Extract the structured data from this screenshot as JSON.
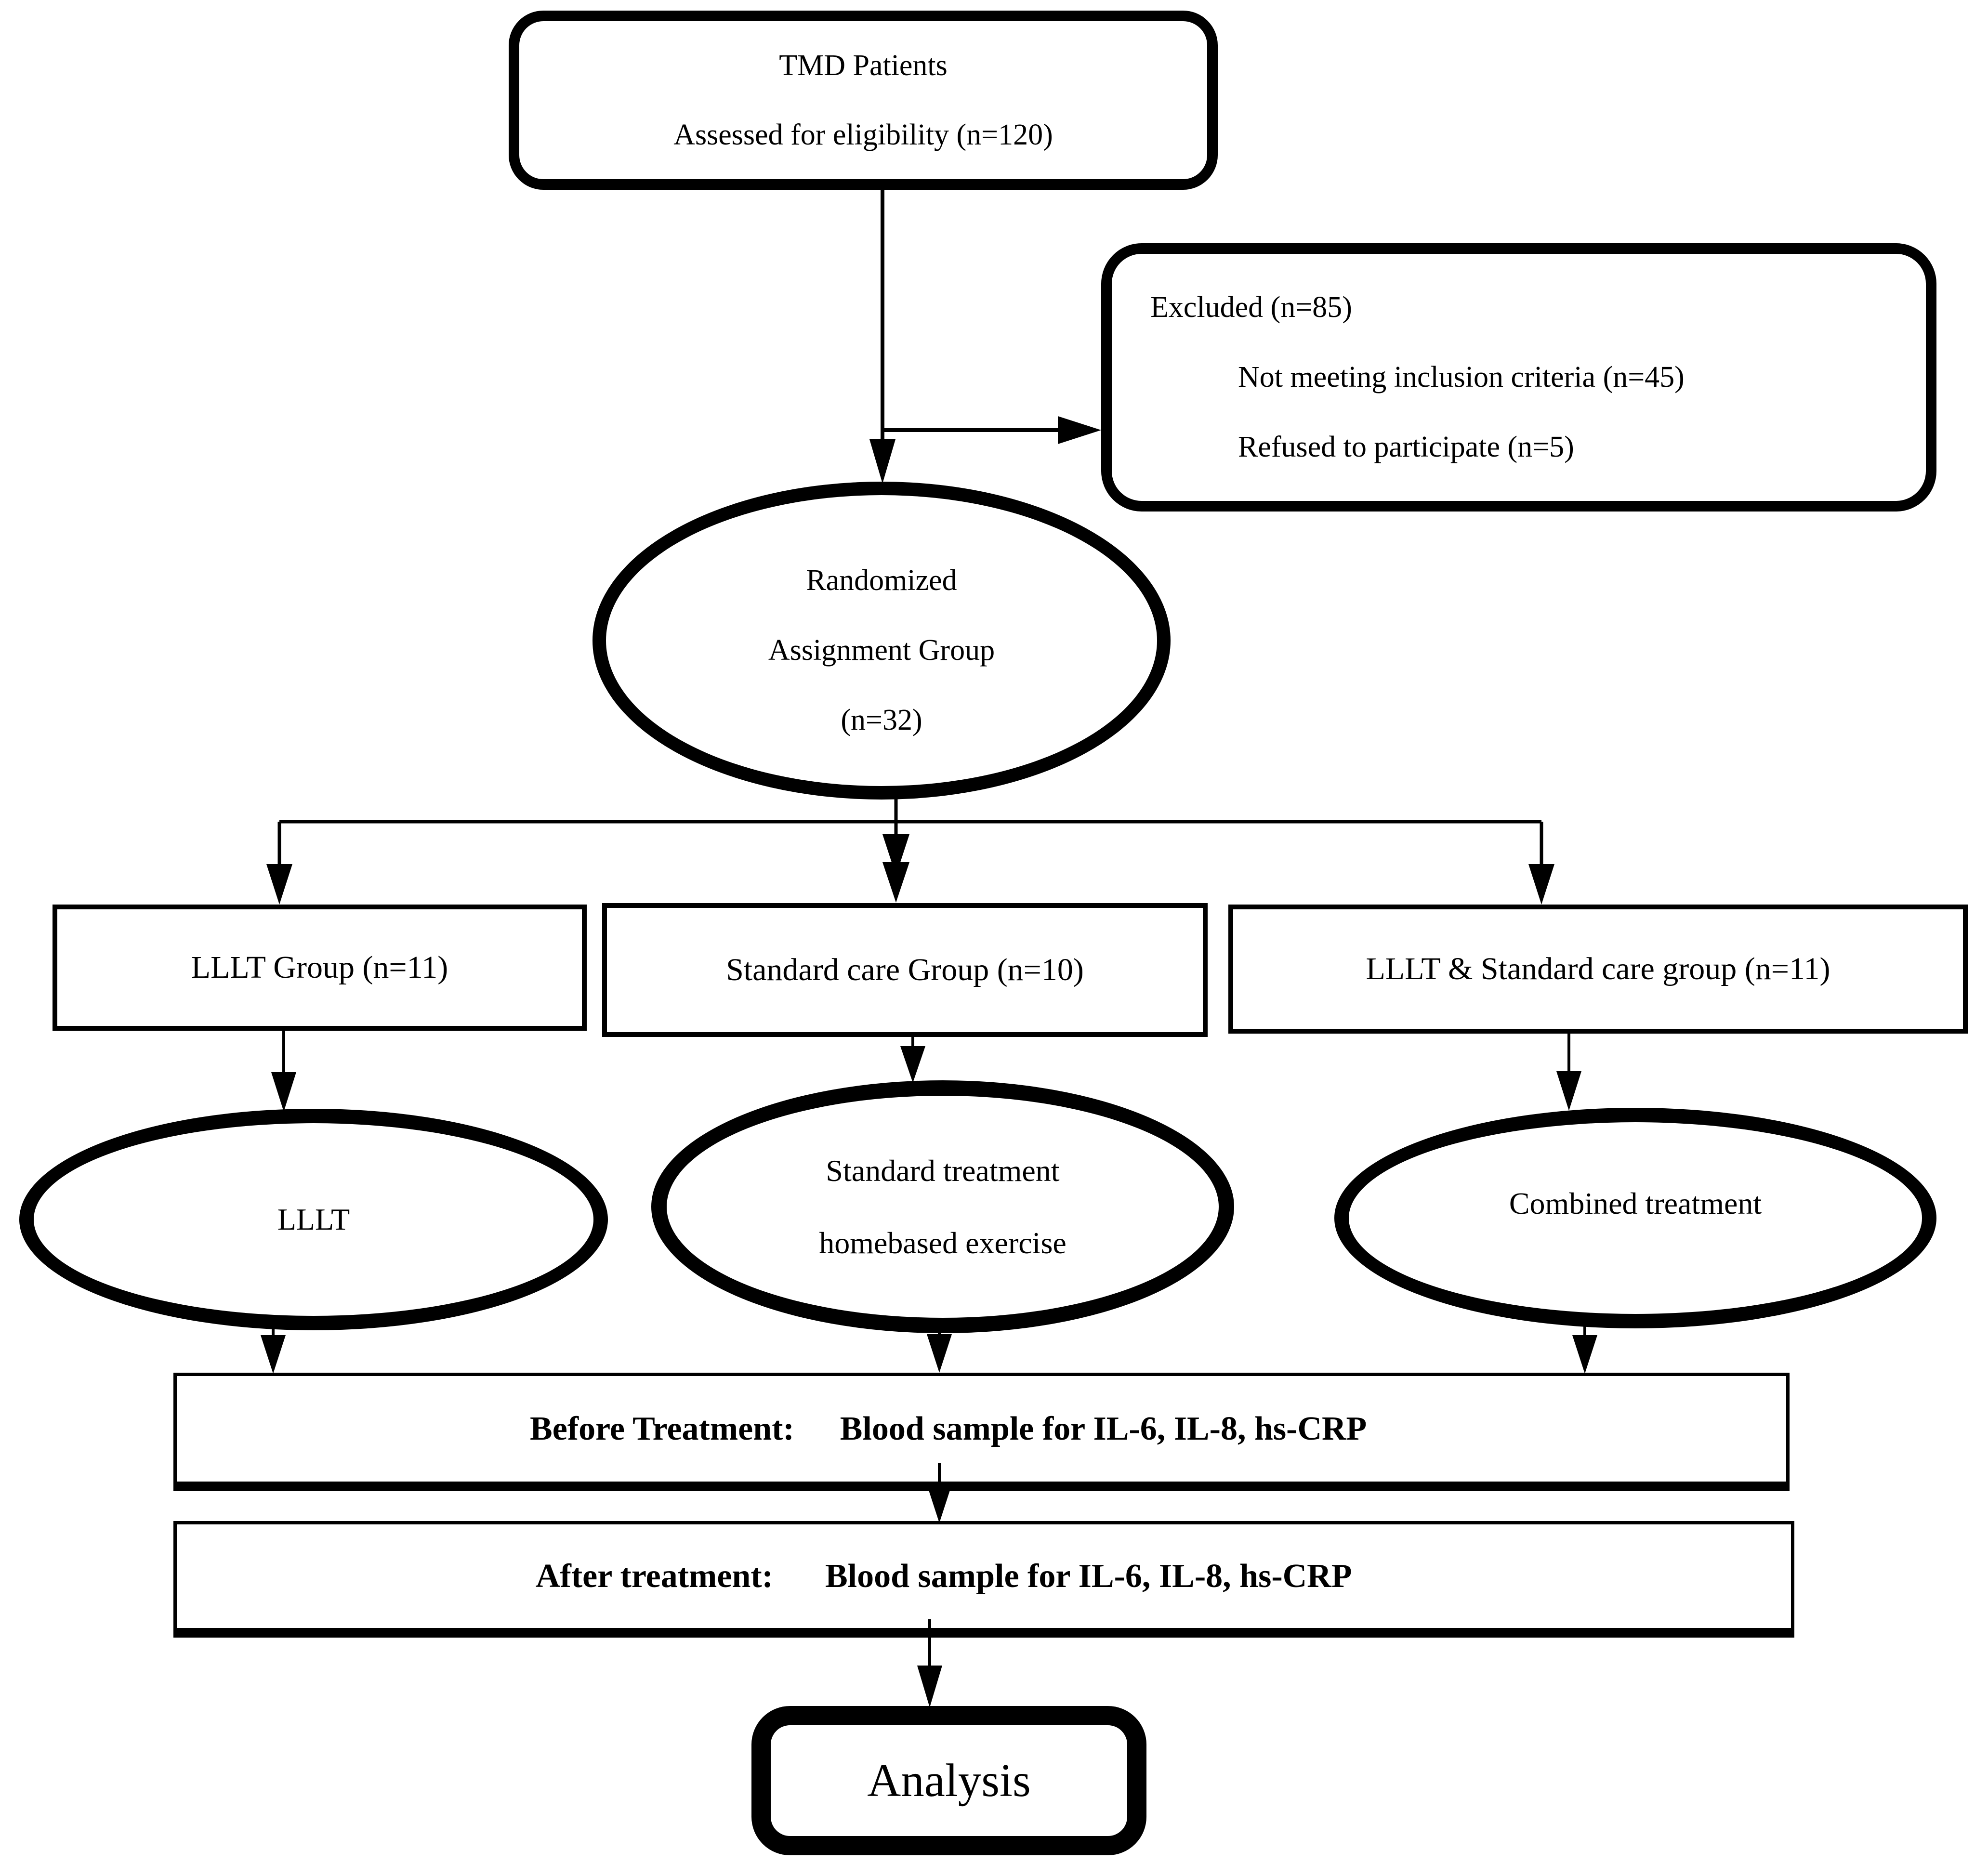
{
  "diagram": {
    "title": "TMD randomized trial flow diagram",
    "colors": {
      "stroke": "#000000",
      "background": "#ffffff"
    },
    "top_box": {
      "line1": "TMD Patients",
      "line2": "Assessed for eligibility (n=120)"
    },
    "excluded_box": {
      "line1": "Excluded (n=85)",
      "line2": "Not meeting inclusion criteria (n=45)",
      "line3": "Refused to participate (n=5)"
    },
    "randomized_ellipse": {
      "line1": "Randomized",
      "line2": "Assignment Group",
      "line3": "(n=32)"
    },
    "groups": [
      {
        "label": "LLLT Group (n=11)"
      },
      {
        "label": "Standard care Group (n=10)"
      },
      {
        "label": "LLLT & Standard care group (n=11)"
      }
    ],
    "treatments": [
      {
        "line1": "LLLT"
      },
      {
        "line1": "Standard treatment",
        "line2": "homebased exercise"
      },
      {
        "line1": "Combined treatment"
      }
    ],
    "before_box": {
      "label": "Before Treatment:",
      "value": "Blood sample for IL-6, IL-8, hs-CRP"
    },
    "after_box": {
      "label": "After treatment:",
      "value": "Blood sample for IL-6, IL-8, hs-CRP"
    },
    "analysis_box": {
      "label": "Analysis"
    }
  }
}
